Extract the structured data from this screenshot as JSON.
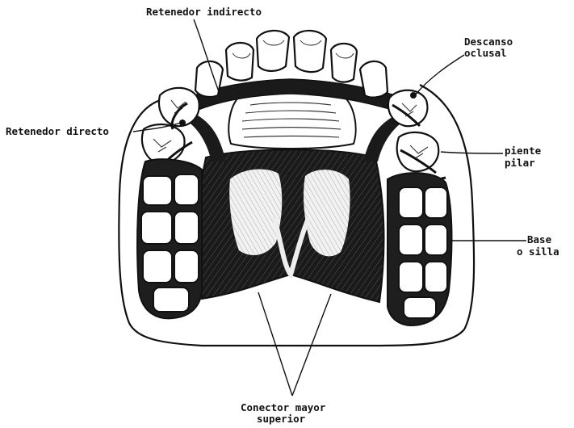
{
  "labels": {
    "retenedor_indirecto": "Retenedor indirecto",
    "descanso_oclusal_1": "Descanso",
    "descanso_oclusal_2": "oclusal",
    "retenedor_directo": "Retenedor directo",
    "diente_pilar_1": "piente",
    "diente_pilar_2": "pilar",
    "base_silla_1": "Base",
    "base_silla_2": "o silla",
    "conector_mayor_1": "Conector mayor",
    "conector_mayor_2": "superior"
  },
  "colors": {
    "ink": "#111111",
    "background": "#ffffff",
    "palate_light": "#ececec"
  }
}
